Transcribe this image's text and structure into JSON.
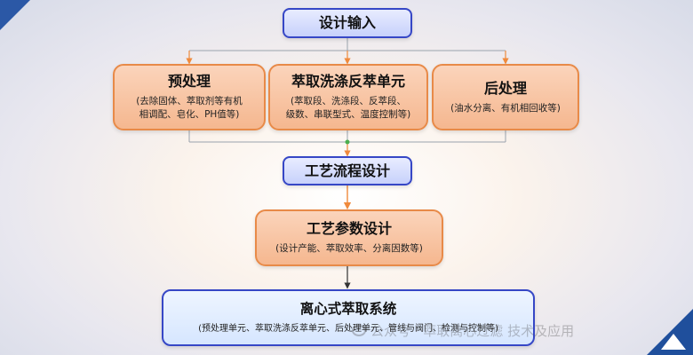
{
  "nodes": {
    "design_input": {
      "title": "设计输入"
    },
    "pretreatment": {
      "title": "预处理",
      "desc": "(去除固体、萃取剂等有机\n相调配、皂化、PH值等)"
    },
    "extraction_unit": {
      "title": "萃取洗涤反萃单元",
      "desc": "(萃取段、洗涤段、反萃段、\n级数、串联型式、温度控制等)"
    },
    "posttreatment": {
      "title": "后处理",
      "desc": "(油水分离、有机相回收等)"
    },
    "process_flow_design": {
      "title": "工艺流程设计"
    },
    "process_parameter_design": {
      "title": "工艺参数设计",
      "desc": "(设计产能、萃取效率、分离因数等)"
    },
    "centrifugal_extraction_system": {
      "title": "离心式萃取系统",
      "desc": "(预处理单元、萃取洗涤反萃单元、后处理单元、管线与阀门、检测与控制等)"
    }
  },
  "watermark": {
    "text": "公众号 · 萃取离心过滤 技术及应用"
  },
  "colors": {
    "blue_border": "#3647c6",
    "orange_border": "#e88a48",
    "connector_gray": "#9aa3ad",
    "arrow_orange": "#f08a3c",
    "arrow_green": "#4caf50"
  },
  "icons": {
    "corner_top_left": "blue-triangle",
    "corner_bottom_right": "blue-triangle-logo",
    "watermark": "wechat-icon"
  }
}
